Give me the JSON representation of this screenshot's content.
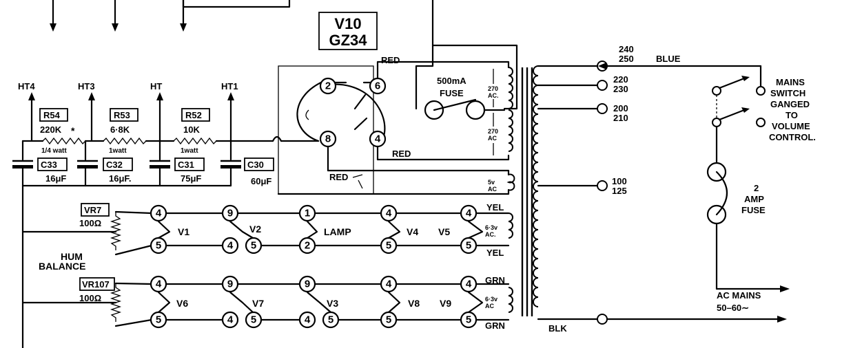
{
  "rectifier": {
    "line1": "V10",
    "line2": "GZ34"
  },
  "ht_rails": {
    "ht4": "HT4",
    "ht3": "HT3",
    "ht": "HT",
    "ht1": "HT1"
  },
  "resistors": {
    "r54": {
      "ref": "R54",
      "value": "220K",
      "mark": "*",
      "power": "1/4 watt"
    },
    "r53": {
      "ref": "R53",
      "value": "6·8K",
      "power": "1watt"
    },
    "r52": {
      "ref": "R52",
      "value": "10K",
      "power": "1watt"
    }
  },
  "capacitors": {
    "c33": {
      "ref": "C33",
      "value": "16μF"
    },
    "c32": {
      "ref": "C32",
      "value": "16μF."
    },
    "c31": {
      "ref": "C31",
      "value": "75μF"
    },
    "c30": {
      "ref": "C30",
      "value": "60μF"
    }
  },
  "rectifier_pins": {
    "p2": "2",
    "p6": "6",
    "p8": "8",
    "p4": "4"
  },
  "wire_colors": {
    "red_top": "RED",
    "red_mid": "RED",
    "red_low": "RED",
    "yel_top": "YEL",
    "yel_bot": "YEL",
    "grn_top": "GRN",
    "grn_bot": "GRN",
    "blue": "BLUE",
    "blk": "BLK"
  },
  "windings": {
    "hv1": [
      "270",
      "AC."
    ],
    "hv2": [
      "270",
      "AC"
    ],
    "rect_heater": [
      "5v",
      "AC"
    ],
    "heater1": [
      "6·3v",
      "AC."
    ],
    "heater2": [
      "6·3v",
      "AC"
    ]
  },
  "fuse_500": {
    "line1": "500mA",
    "line2": "FUSE"
  },
  "taps": [
    {
      "line1": "240",
      "line2": "250"
    },
    {
      "line1": "220",
      "line2": "230"
    },
    {
      "line1": "200",
      "line2": "210"
    },
    {
      "line1": "100",
      "line2": "125"
    }
  ],
  "mains_switch": [
    "MAINS",
    "SWITCH",
    "GANGED",
    "TO",
    "VOLUME",
    "CONTROL."
  ],
  "amp_fuse": [
    "2",
    "AMP",
    "FUSE"
  ],
  "ac_mains": {
    "line1": "AC MAINS",
    "line2": "50–60∼"
  },
  "heater_chain1": {
    "pot_ref": "VR7",
    "pot_value": "100Ω",
    "pins_top": [
      "4",
      "9",
      "1",
      "4",
      "4"
    ],
    "pins_bot": [
      "5",
      "4",
      "5",
      "2",
      "5",
      "5"
    ],
    "valves": [
      "V1",
      "V2",
      "LAMP",
      "V4",
      "V5"
    ]
  },
  "heater_chain2": {
    "pot_ref": "VR107",
    "pot_value": "100Ω",
    "pins_top": [
      "4",
      "9",
      "9",
      "4",
      "4"
    ],
    "pins_bot": [
      "5",
      "4",
      "5",
      "4",
      "5",
      "5",
      "5"
    ],
    "valves": [
      "V6",
      "V7",
      "V3",
      "V8",
      "V9"
    ]
  },
  "hum_balance": {
    "line1": "HUM",
    "line2": "BALANCE"
  }
}
